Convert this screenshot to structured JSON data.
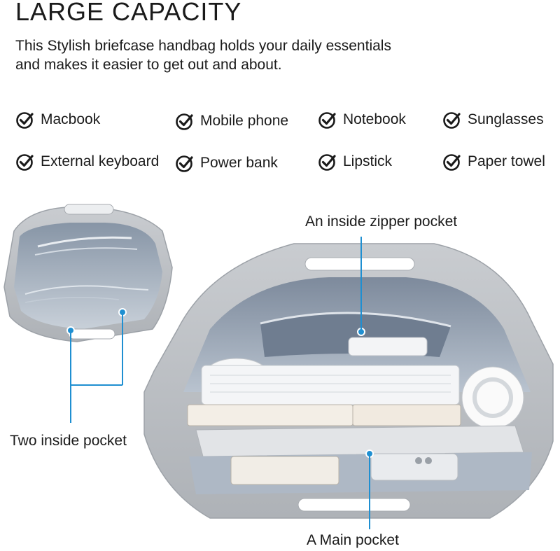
{
  "heading": "LARGE CAPACITY",
  "description": {
    "line1": "This Stylish briefcase handbag holds your daily essentials",
    "line2": "and makes it easier to get out and about."
  },
  "features": [
    {
      "label": "Macbook",
      "icon": "check-circle-icon"
    },
    {
      "label": "Mobile phone",
      "icon": "check-circle-icon"
    },
    {
      "label": "Notebook",
      "icon": "check-circle-icon"
    },
    {
      "label": "Sunglasses",
      "icon": "check-circle-icon"
    },
    {
      "label": "External keyboard",
      "icon": "check-circle-icon"
    },
    {
      "label": "Power bank",
      "icon": "check-circle-icon"
    },
    {
      "label": "Lipstick",
      "icon": "check-circle-icon"
    },
    {
      "label": "Paper towel",
      "icon": "check-circle-icon"
    }
  ],
  "callouts": {
    "zipper_pocket": "An inside zipper pocket",
    "inside_pockets": "Two inside pocket",
    "main_pocket": "A Main pocket"
  },
  "colors": {
    "accent_line": "#1f8fd1",
    "bag_gray": "#b9bcc0",
    "lining_blue": "#9aa7b8"
  }
}
